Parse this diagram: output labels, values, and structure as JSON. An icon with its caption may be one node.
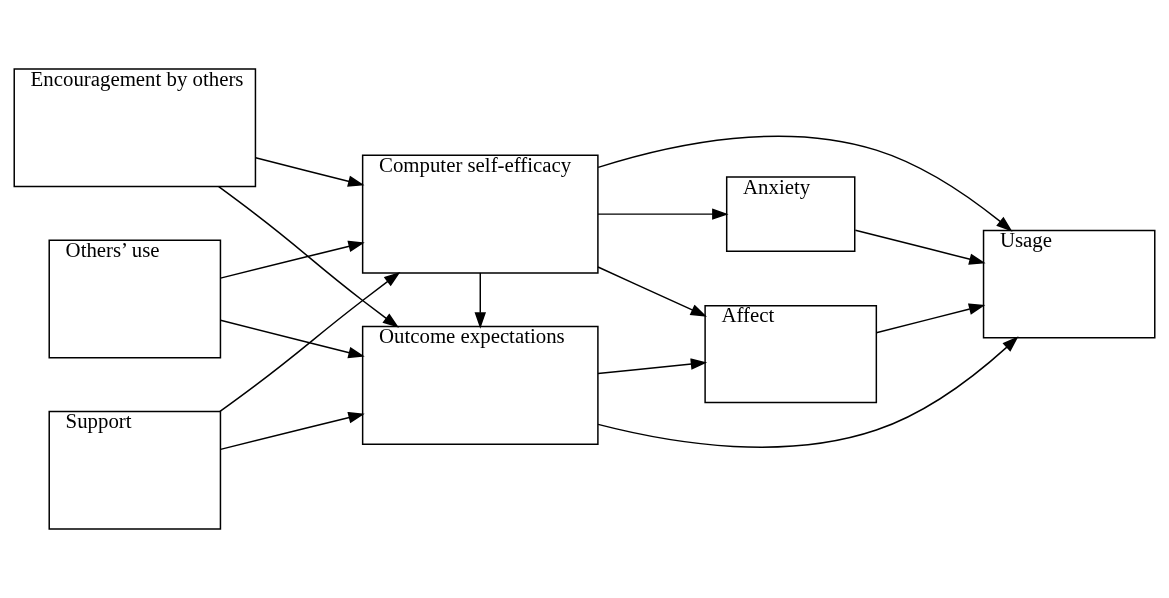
{
  "diagram": {
    "nodes": [
      {
        "text": [
          "Encouragement by others"
        ]
      },
      {
        "text": [
          "Others’ use"
        ]
      },
      {
        "text": [
          "Support"
        ]
      },
      {
        "text": [
          "Computer self-efficacy"
        ]
      },
      {
        "text": [
          "Outcome expectations"
        ]
      },
      {
        "text": [
          "Affect"
        ]
      },
      {
        "text": [
          "Anxiety"
        ]
      },
      {
        "text": [
          "Usage"
        ]
      }
    ],
    "edges": [
      {
        "from": 0,
        "to": 3,
        "arrow": "to"
      },
      {
        "from": 0,
        "to": 4,
        "arrow": "to"
      },
      {
        "from": 1,
        "to": 3,
        "arrow": "to"
      },
      {
        "from": 1,
        "to": 4,
        "arrow": "to"
      },
      {
        "from": 2,
        "to": 3,
        "arrow": "to"
      },
      {
        "from": 2,
        "to": 4,
        "arrow": "to"
      },
      {
        "from": 3,
        "to": 5,
        "arrow": "to"
      },
      {
        "from": 3,
        "to": 6,
        "arrow": "to"
      },
      {
        "from": 3,
        "to": 4,
        "arrow": "to"
      },
      {
        "from": 3,
        "to": 7,
        "arrow": "to"
      },
      {
        "from": 4,
        "to": 5,
        "arrow": "to"
      },
      {
        "from": 4,
        "to": 7,
        "arrow": "to"
      },
      {
        "from": 6,
        "to": 7,
        "arrow": "to"
      },
      {
        "from": 5,
        "to": 7,
        "arrow": "to"
      }
    ]
  }
}
